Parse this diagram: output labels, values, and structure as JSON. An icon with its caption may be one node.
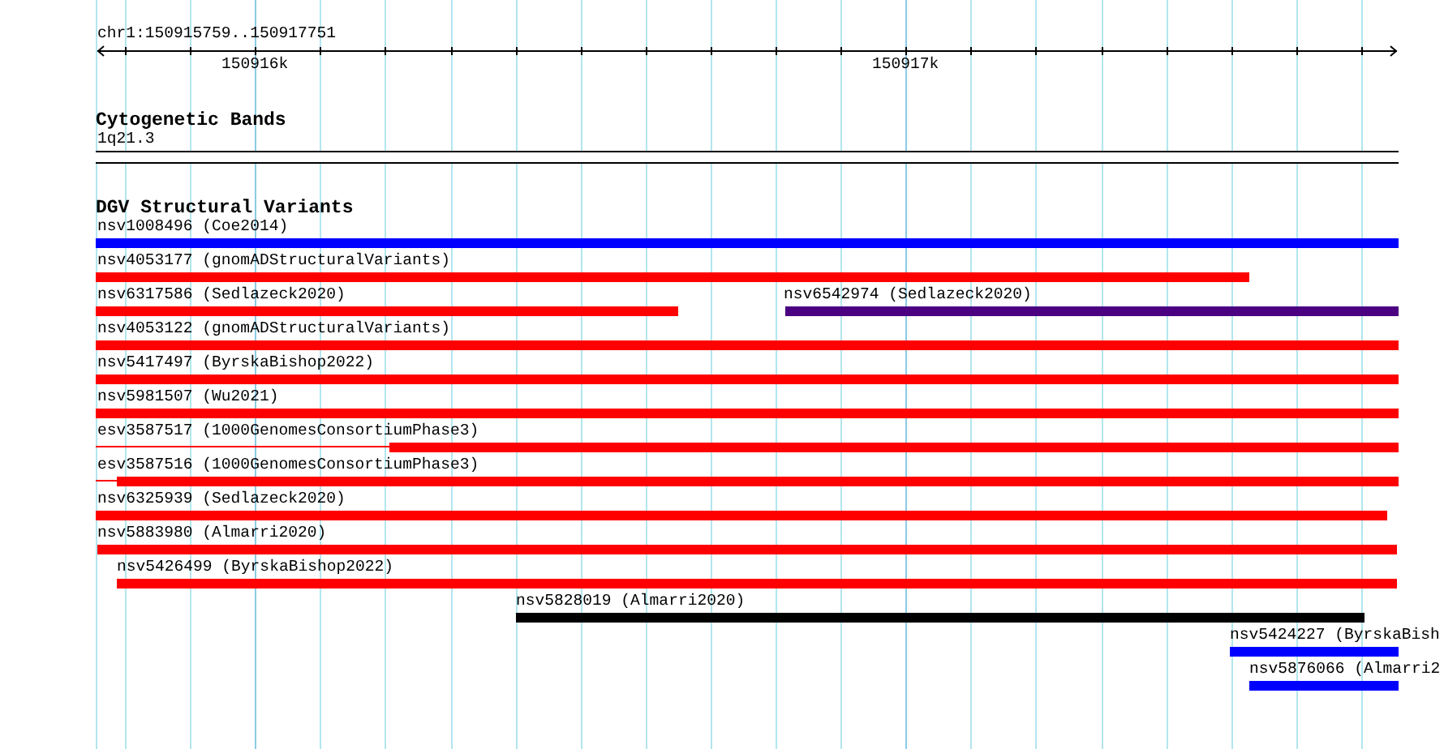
{
  "diagram": {
    "nodes": [
      {
        "text": [
          "1q21.3"
        ]
      },
      {
        "text": [
          "nsv1008496 (Coe2014)"
        ]
      },
      {
        "text": [
          "nsv4053177 (gnomADStructuralVariants)"
        ]
      },
      {
        "text": [
          "nsv6317586 (Sedlazeck2020)"
        ]
      },
      {
        "text": [
          "nsv6542974 (Sedlazeck2020)"
        ]
      },
      {
        "text": [
          "nsv4053122 (gnomADStructuralVariants)"
        ]
      },
      {
        "text": [
          "nsv5417497 (ByrskaBishop2022)"
        ]
      },
      {
        "text": [
          "nsv5981507 (Wu2021)"
        ]
      },
      {
        "text": [
          "esv3587517 (1000GenomesConsortiumPhase3)"
        ]
      },
      {
        "text": [
          "esv3587516 (1000GenomesConsortiumPhase3)"
        ]
      },
      {
        "text": [
          "nsv6325939 (Sedlazeck2020)"
        ]
      },
      {
        "text": [
          "nsv5883980 (Almarri2020)"
        ]
      },
      {
        "text": [
          "nsv5426499 (ByrskaBishop2022)"
        ]
      },
      {
        "text": [
          "nsv5828019 (Almarri2020)"
        ]
      },
      {
        "text": [
          "nsv5424227 (ByrskaBish"
        ]
      },
      {
        "text": [
          "nsv5876066 (Almarri2"
        ]
      }
    ],
    "labels": [
      "chr1:150915759..150917751",
      "150916k",
      "150917k",
      "Cytogenetic Bands",
      "DGV Structural Variants"
    ]
  }
}
